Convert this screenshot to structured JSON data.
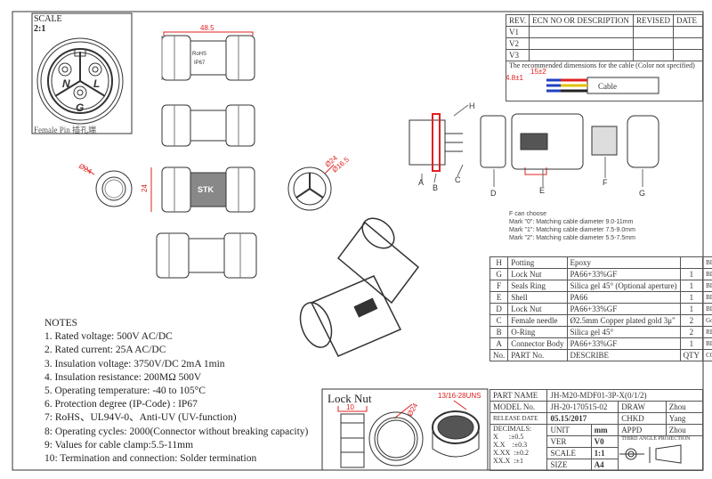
{
  "scale_view": {
    "label": "SCALE",
    "value": "2:1",
    "caption": "Female Pin 插孔端",
    "pins": [
      "N",
      "L",
      "G"
    ]
  },
  "revision_table": {
    "headers": [
      "REV.",
      "ECN NO OR DESCRIPTION",
      "REVISED",
      "DATE"
    ],
    "rows": [
      "V1",
      "V2",
      "V3"
    ],
    "cable_note": "The recommended dimensions for the cable (Color not specified)",
    "cable_label": "Cable",
    "dim_strip": "15±2",
    "dim_bare": "4.8±1"
  },
  "dimensions": {
    "length": "48.5",
    "height": "24",
    "dia_side": "Ø24",
    "dia_face": "Ø24",
    "dia_inner": "Ø16.5",
    "locknut_width": "10",
    "locknut_dia": "Ø24",
    "thread": "13/16-28UNS"
  },
  "product_marks": {
    "logo": "STK",
    "rohs": "RoHS",
    "ip": "IP67"
  },
  "exploded_labels": [
    "A",
    "B",
    "C",
    "H",
    "D",
    "E",
    "F",
    "G"
  ],
  "f_options": {
    "title": "F can choose",
    "items": [
      "Mark \"0\": Matching cable diameter 9.0-11mm",
      "Mark \"1\": Matching cable diameter 7.5-9.0mm",
      "Mark \"2\": Matching cable diameter 5.5-7.5mm"
    ]
  },
  "parts_table": {
    "rows": [
      [
        "H",
        "Potting",
        "Epoxy",
        "",
        "BLACK"
      ],
      [
        "G",
        "Lock Nut",
        "PA66+33%GF",
        "1",
        "BLACK"
      ],
      [
        "F",
        "Seals Ring",
        "Silica gel 45° (Optional aperture)",
        "1",
        "BLACK"
      ],
      [
        "E",
        "Shell",
        "PA66",
        "1",
        "BLACK"
      ],
      [
        "D",
        "Lock Nut",
        "PA66+33%GF",
        "1",
        "BLACK"
      ],
      [
        "C",
        "Female needle",
        "Ø2.5mm Copper plated gold 3μ\"",
        "2",
        "Golden"
      ],
      [
        "B",
        "O-Ring",
        "Silica gel 45°",
        "2",
        "RED"
      ],
      [
        "A",
        "Connector Body",
        "PA66+33%GF",
        "1",
        "BLACK"
      ]
    ],
    "header": [
      "No.",
      "PART No.",
      "DESCRIBE",
      "QTY",
      "COLOR"
    ]
  },
  "notes": {
    "title": "NOTES",
    "items": [
      "1. Rated voltage: 500V AC/DC",
      "2. Rated current: 25A AC/DC",
      "3. Insulation voltage: 3750V/DC 2mA 1min",
      "4. Insulation resistance: 200MΩ 500V",
      "5. Operating temperature: -40 to 105°C",
      "6. Protection degree (IP-Code) : IP67",
      "7: RoHS、UL94V-0、Anti-UV (UV-function)",
      "8: Operating cycles: 2000(Connector without breaking capacity)",
      "9: Values for cable clamp:5.5-11mm",
      "10: Termination and connection: Solder termination"
    ]
  },
  "lock_nut_view": {
    "title": "Lock Nut"
  },
  "title_block": {
    "part_name_label": "PART NAME",
    "part_name": "JH-M20-MDF01-3P-X(0/1/2)",
    "model_label": "MODEL No.",
    "model": "JH-20-170515-02",
    "release_label": "RELEASE DATE",
    "release": "05.15/2017",
    "draw_label": "DRAW",
    "draw": "Zhou",
    "chkd_label": "CHKD",
    "chkd": "Yang",
    "appd_label": "APPD",
    "appd": "Zhou",
    "decimals": [
      "DECIMALS:",
      "X      :±0.5",
      "X.X    :±0.3",
      "X.XX  :±0.2",
      "XX.X  :±1"
    ],
    "unit_label": "UNIT",
    "unit": "mm",
    "ver_label": "VER",
    "ver": "V0",
    "scale_label": "SCALE",
    "scale": "1:1",
    "size_label": "SIZE",
    "size": "A4",
    "projection": "THIRD ANGLE PROJECTION"
  }
}
